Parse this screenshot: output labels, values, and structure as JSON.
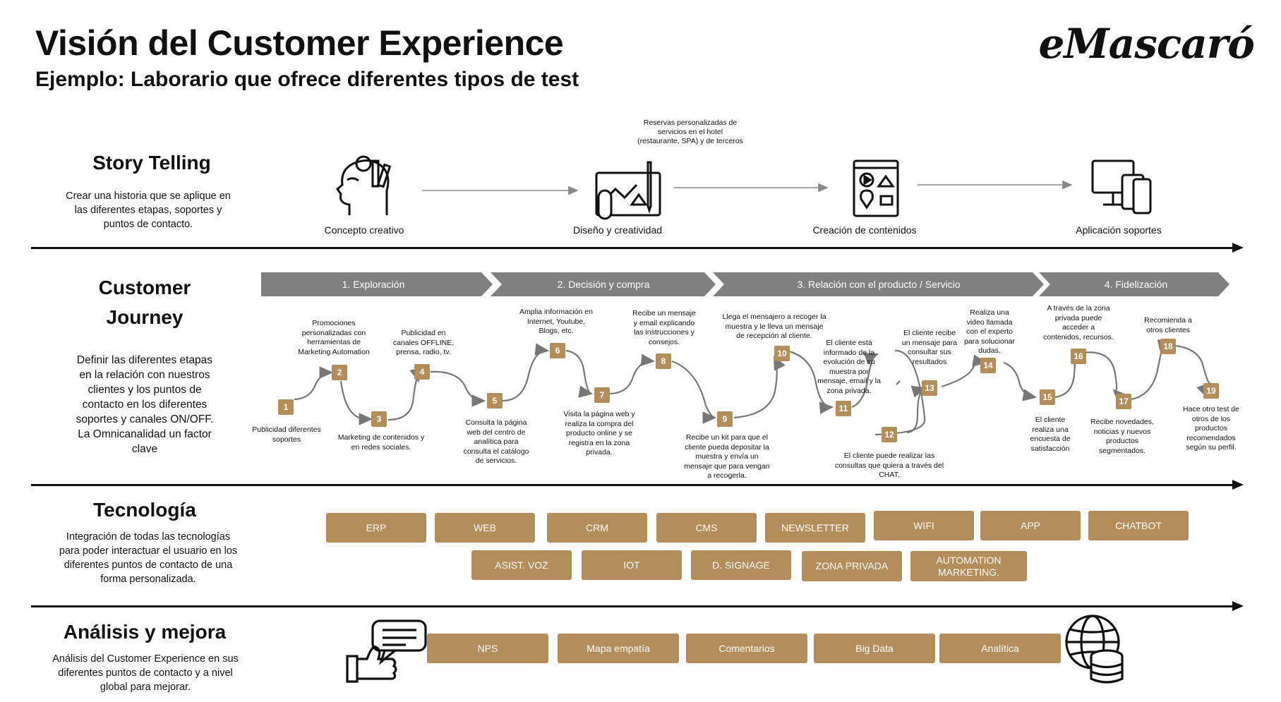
{
  "header": {
    "title": "Visión del Customer Experience",
    "subtitle": "Ejemplo: Laborario que ofrece diferentes tipos de test",
    "logo": "eMascaró"
  },
  "story": {
    "title": "Story Telling",
    "desc": "Crear una historia que se aplique en las diferentes etapas, soportes y puntos de contacto.",
    "steps": [
      {
        "label": "Concepto creativo",
        "icon": "creative-head-icon"
      },
      {
        "label": "Diseño y creatividad",
        "icon": "design-drawing-icon"
      },
      {
        "label": "Creación de contenidos",
        "icon": "content-creation-icon"
      },
      {
        "label": "Aplicación soportes",
        "icon": "devices-icon"
      }
    ],
    "note": "Reservas personalizadas de servicios en el hotel (restaurante, SPA) y de terceros"
  },
  "journey": {
    "title_line1": "Customer",
    "title_line2": "Journey",
    "desc": "Definir las diferentes etapas en la relación con nuestros clientes y los puntos de contacto en los diferentes soportes y canales ON/OFF. La Omnicanalidad un factor clave",
    "phases": [
      "1. Exploración",
      "2. Decisión y compra",
      "3. Relación con el producto / Servicio",
      "4. Fidelización"
    ],
    "points": [
      {
        "n": "1",
        "text": "Publicidad diferentes soportes"
      },
      {
        "n": "2",
        "text": "Promociones personalizadas con herramientas de Marketing Automation"
      },
      {
        "n": "3",
        "text": "Marketing de contenidos y en redes sociales."
      },
      {
        "n": "4",
        "text": "Publicidad en canales OFFLINE, prensa, radio, tv."
      },
      {
        "n": "5",
        "text": "Consulta la página web del centro de analítica para consulta el catálogo de servicios."
      },
      {
        "n": "6",
        "text": "Amplia información en Internet, Youtube, Blogs, etc."
      },
      {
        "n": "7",
        "text": "Visita la página web y realiza la compra del producto online y se registra en la zona privada."
      },
      {
        "n": "8",
        "text": "Recibe un mensaje y email explicando las instrucciones y consejos."
      },
      {
        "n": "9",
        "text": "Recibe un kit para que el cliente pueda depositar la muestra y envía un mensaje que para vengan a recogerla."
      },
      {
        "n": "10",
        "text": "Llega el mensajero a recoger la muestra y le lleva un mensaje de recepción al cliente."
      },
      {
        "n": "11",
        "text": "El cliente está informado de la evolución de su muestra por mensaje, email y la zona privada."
      },
      {
        "n": "12",
        "text": "El cliente puede realizar las consultas que quiera a través del CHAT."
      },
      {
        "n": "13",
        "text": "El cliente recibe un mensaje para consultar sus resultados"
      },
      {
        "n": "14",
        "text": "Realiza una video llamada con el experto para solucionar dudas."
      },
      {
        "n": "15",
        "text": "El cliente realiza una encuesta de satisfacción"
      },
      {
        "n": "16",
        "text": "A través de la zona privada puede acceder a contenidos, recursos."
      },
      {
        "n": "17",
        "text": "Recibe novedades, noticias y nuevos productos segmentados."
      },
      {
        "n": "18",
        "text": "Recomienda a otros clientes"
      },
      {
        "n": "19",
        "text": "Hace otro test de otros de los productos recomendados según su perfil."
      }
    ]
  },
  "tech": {
    "title": "Tecnología",
    "desc": "Integración de todas las tecnologías para poder interactuar el usuario en los diferentes puntos de contacto de una forma personalizada.",
    "row1": [
      "ERP",
      "WEB",
      "CRM",
      "CMS",
      "NEWSLETTER",
      "WIFI",
      "APP",
      "CHATBOT"
    ],
    "row2": [
      "ASIST. VOZ",
      "IOT",
      "D. SIGNAGE",
      "ZONA PRIVADA",
      "AUTOMATION MARKETING."
    ]
  },
  "analysis": {
    "title": "Análisis y mejora",
    "desc": "Análisis del Customer Experience en sus diferentes puntos de contacto y a nivel global para mejorar.",
    "items": [
      "NPS",
      "Mapa empatía",
      "Comentarios",
      "Big Data",
      "Analítica"
    ],
    "left_icon": "feedback-thumbs-icon",
    "right_icon": "globe-database-icon"
  },
  "colors": {
    "gold": "#b38d5a",
    "gray": "#808080"
  }
}
